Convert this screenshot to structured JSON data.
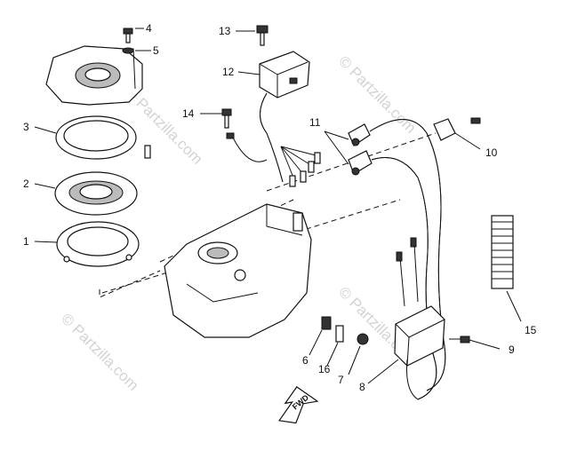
{
  "callouts": [
    {
      "id": "1",
      "label": "1"
    },
    {
      "id": "2",
      "label": "2"
    },
    {
      "id": "3",
      "label": "3"
    },
    {
      "id": "4",
      "label": "4"
    },
    {
      "id": "5",
      "label": "5"
    },
    {
      "id": "6",
      "label": "6"
    },
    {
      "id": "7",
      "label": "7"
    },
    {
      "id": "8",
      "label": "8"
    },
    {
      "id": "9",
      "label": "9"
    },
    {
      "id": "10",
      "label": "10"
    },
    {
      "id": "11",
      "label": "11"
    },
    {
      "id": "12",
      "label": "12"
    },
    {
      "id": "13",
      "label": "13"
    },
    {
      "id": "14",
      "label": "14"
    },
    {
      "id": "15",
      "label": "15"
    },
    {
      "id": "16",
      "label": "16"
    }
  ],
  "watermarks": {
    "left": "© Partzilla.com",
    "center": "© Partzilla.com",
    "right_top": "© Partzilla.com",
    "right_mid": "© Partzilla.com"
  },
  "direction_marker": {
    "text": "FWD"
  }
}
